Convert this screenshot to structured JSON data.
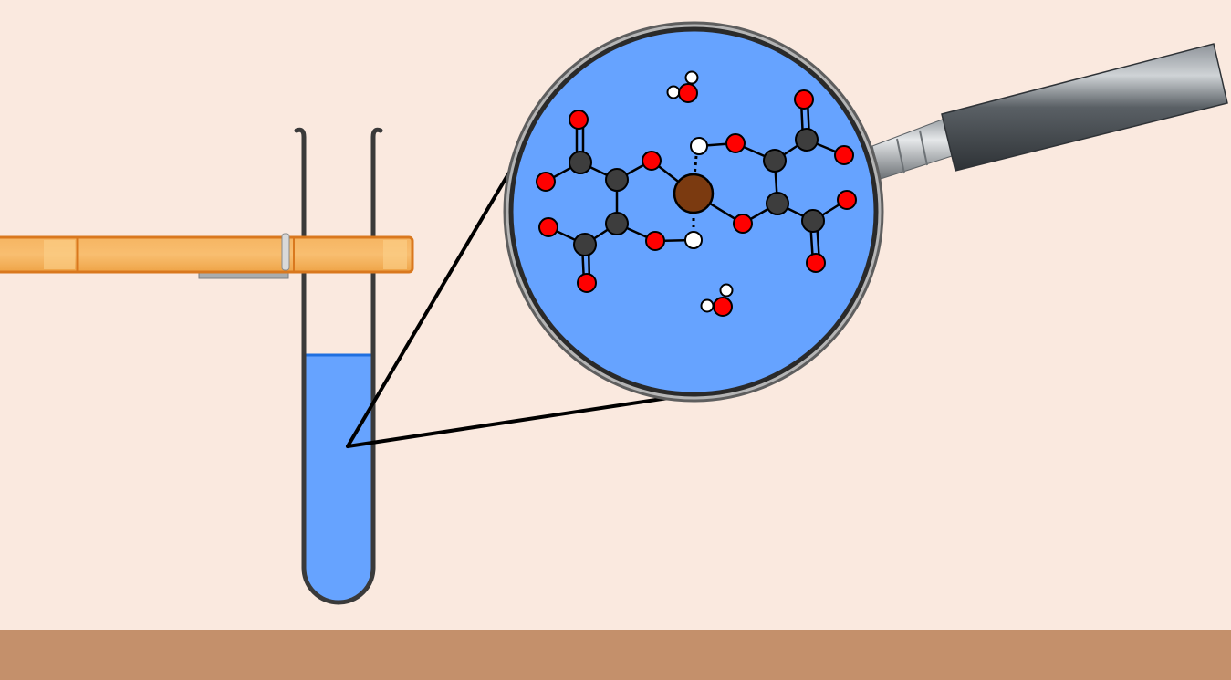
{
  "scene": {
    "background_color": "#fae9df",
    "bench_color": "#c4906b",
    "clamp_color": "#f4a94a",
    "clamp_edge_color": "#d9781e",
    "tube_stroke_color": "#3a3a3a",
    "liquid_color": "#66a3ff",
    "liquid_surface_color": "#1f6fe0",
    "lens_rim_color": "#9a9a9a",
    "handle_color": "#4a4f54"
  },
  "molecules": {
    "carbon_color": "#3d3d3d",
    "oxygen_color": "#ff0000",
    "hydrogen_color": "#ffffff",
    "metal_ion_color": "#7b3a10",
    "water_molecule_count": 2,
    "oxalate_ligand_count": 2,
    "metal_ion_count": 1
  }
}
